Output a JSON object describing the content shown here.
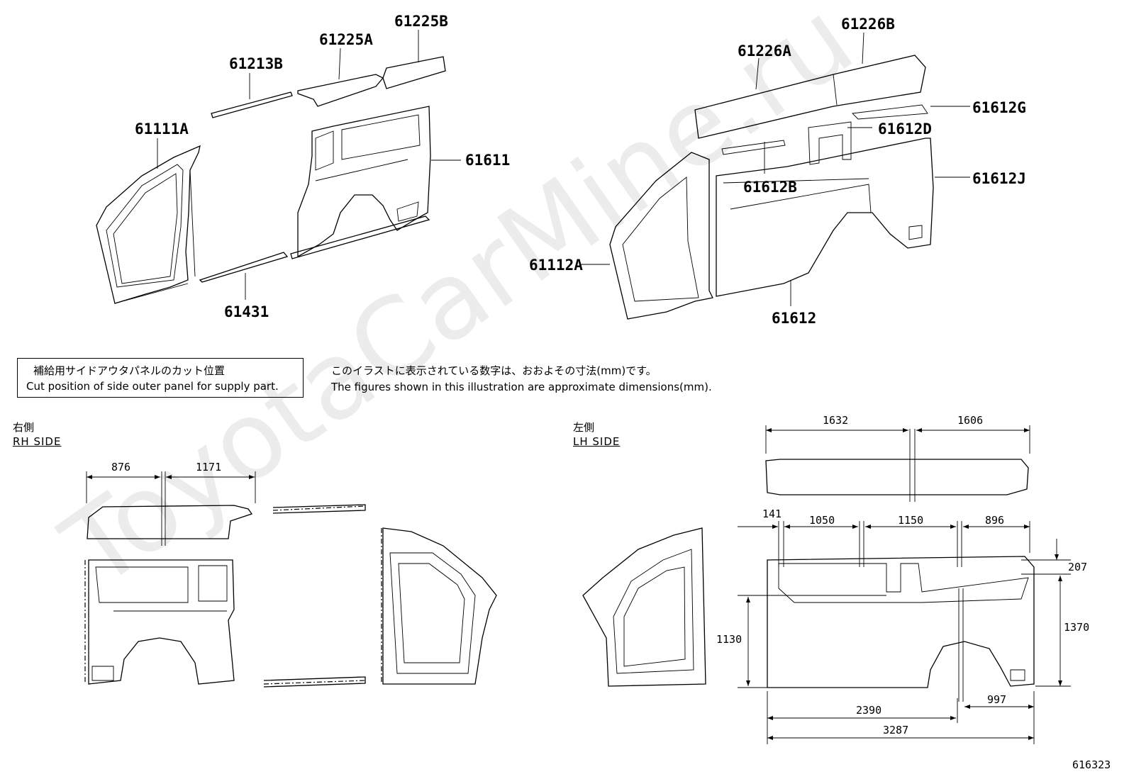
{
  "diagram_id": "616323",
  "watermark": "ToyotaCarMine.ru",
  "part_labels": {
    "p61111A": "61111A",
    "p61213B": "61213B",
    "p61225A": "61225A",
    "p61225B": "61225B",
    "p61611": "61611",
    "p61431": "61431",
    "p61226A": "61226A",
    "p61226B": "61226B",
    "p61612G": "61612G",
    "p61612D": "61612D",
    "p61612B": "61612B",
    "p61612J": "61612J",
    "p61112A": "61112A",
    "p61612": "61612"
  },
  "cut_note": {
    "jp": "補給用サイドアウタパネルのカット位置",
    "en": "Cut position of side outer panel for supply part."
  },
  "dimension_note": {
    "jp": "このイラストに表示されている数字は、おおよその寸法(mm)です。",
    "en": "The figures shown in this illustration are approximate dimensions(mm)."
  },
  "rh_side": {
    "jp": "右側",
    "en": "RH SIDE"
  },
  "lh_side": {
    "jp": "左側",
    "en": "LH SIDE"
  },
  "dimensions": {
    "d876": "876",
    "d1171": "1171",
    "d1632": "1632",
    "d1606": "1606",
    "d141": "141",
    "d1050": "1050",
    "d1150": "1150",
    "d896": "896",
    "d207": "207",
    "d1130": "1130",
    "d1370": "1370",
    "d2390": "2390",
    "d997": "997",
    "d3287": "3287"
  }
}
